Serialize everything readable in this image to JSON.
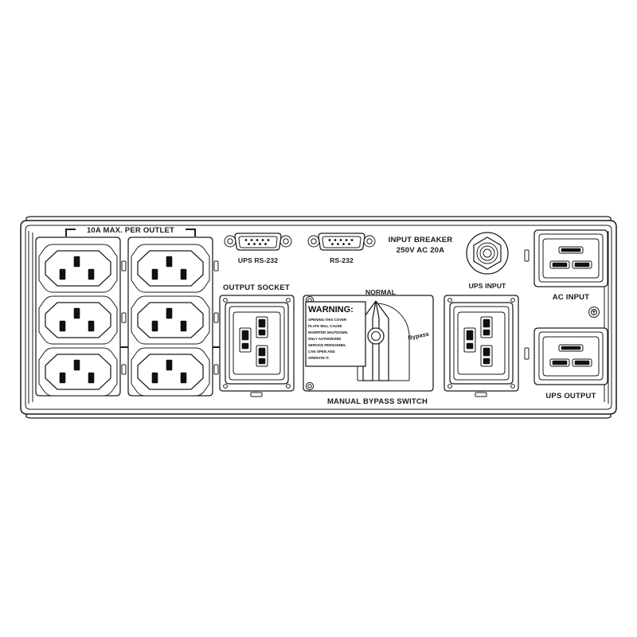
{
  "diagram": {
    "title": "UPS Rear Panel",
    "type": "technical-line-drawing",
    "background_color": "#ffffff",
    "line_color": "#1a1a1a"
  },
  "labels": {
    "outlet_bank": "10A MAX. PER OUTLET",
    "ups_rs232": "UPS RS-232",
    "rs232": "RS-232",
    "input_breaker_line1": "INPUT BREAKER",
    "input_breaker_line2": "250V AC 20A",
    "ups_input": "UPS INPUT",
    "ac_input": "AC INPUT",
    "output_socket": "OUTPUT SOCKET",
    "manual_bypass": "MANUAL BYPASS SWITCH",
    "normal": "NORMAL",
    "bypass": "Bypass",
    "ups_output": "UPS OUTPUT"
  },
  "warning": {
    "title": "WARNING:",
    "lines": [
      "OPENING THIS COVER",
      "PLATE WILL CAUSE",
      "INVERTER SHUTDOWN.",
      "ONLY AUTHORIZED",
      "SERVICE PERSONNEL",
      "CAN OPEN AND",
      "OPERATE IT."
    ]
  },
  "components": {
    "iec_c13_outlets": {
      "name": "iec-c13-outlet",
      "count": 6,
      "columns": 2,
      "rows": 3,
      "rating": "10A MAX. PER OUTLET"
    },
    "db9_ports": {
      "name": "db9-serial-port",
      "count": 2,
      "pins_top_row": 5,
      "pins_bottom_row": 4
    },
    "circuit_breaker": {
      "name": "ups-input-breaker",
      "rating_voltage": "250V AC",
      "rating_current": "20A",
      "style": "hex-nut-push-button"
    },
    "terminal_block": {
      "name": "output-socket-terminal-block",
      "terminals": 3
    },
    "bypass_switch": {
      "name": "manual-bypass-rotary-switch",
      "positions": [
        "NORMAL",
        "Bypass"
      ],
      "current_position": "NORMAL"
    },
    "c19_connectors": {
      "name": "iec-c19-connector",
      "count": 2,
      "labels": [
        "AC INPUT",
        "UPS OUTPUT"
      ],
      "blade_slots": 3
    },
    "ground_stud": {
      "name": "chassis-ground-stud",
      "count": 1
    }
  }
}
